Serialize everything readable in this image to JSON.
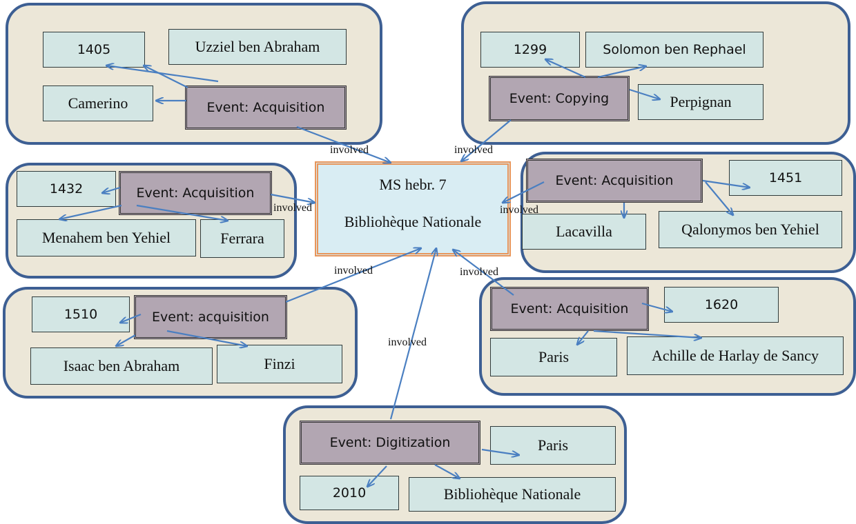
{
  "central": {
    "title": "MS hebr. 7",
    "holder": "Bibliohèque Nationale"
  },
  "edge_label": "involved",
  "groups": {
    "g1": {
      "date": "1405",
      "person": "Uzziel ben Abraham",
      "place": "Camerino",
      "event": "Event: Acquisition"
    },
    "g2": {
      "date": "1299",
      "person": "Solomon ben Rephael",
      "place": "Perpignan",
      "event": "Event: Copying"
    },
    "g3": {
      "date": "1432",
      "person": "Menahem ben Yehiel",
      "place": "Ferrara",
      "event": "Event: Acquisition"
    },
    "g4": {
      "date": "1451",
      "person": "Qalonymos ben Yehiel",
      "place": "Lacavilla",
      "event": "Event: Acquisition"
    },
    "g5": {
      "date": "1510",
      "person": "Isaac ben Abraham",
      "place": "Finzi",
      "event": "Event: acquisition"
    },
    "g6": {
      "date": "1620",
      "person": "Achille de Harlay de Sancy",
      "place": "Paris",
      "event": "Event: Acquisition"
    },
    "g7": {
      "date": "2010",
      "institution": "Bibliohèque Nationale",
      "place": "Paris",
      "event": "Event: Digitization"
    }
  },
  "colors": {
    "group_fill": "#ece7d8",
    "group_border": "#3d5f93",
    "node_fill": "#d3e6e4",
    "event_fill": "#b2a6b2",
    "central_fill": "#d9edf3",
    "central_border": "#e8955a",
    "arrow": "#4a7fc1"
  }
}
